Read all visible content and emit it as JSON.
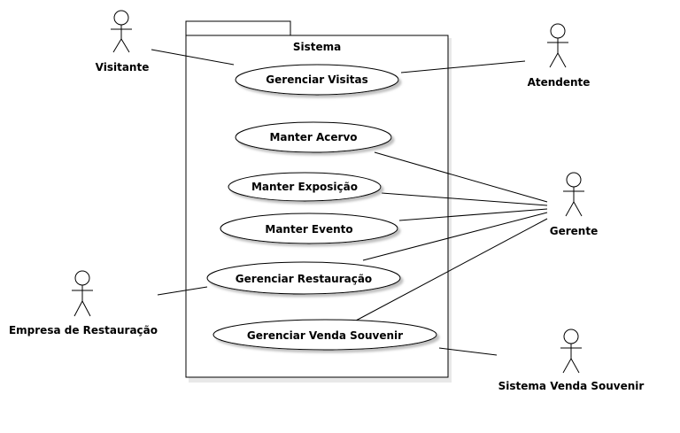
{
  "system": {
    "title": "Sistema"
  },
  "actors": {
    "visitante": "Visitante",
    "atendente": "Atendente",
    "gerente": "Gerente",
    "empresa_restauracao": "Empresa de Restauração",
    "sistema_venda_souvenir": "Sistema Venda Souvenir"
  },
  "use_cases": {
    "gerenciar_visitas": "Gerenciar Visitas",
    "manter_acervo": "Manter Acervo",
    "manter_exposicao": "Manter Exposição",
    "manter_evento": "Manter Evento",
    "gerenciar_restauracao": "Gerenciar Restauração",
    "gerenciar_venda_souvenir": "Gerenciar Venda Souvenir"
  },
  "colors": {
    "stroke": "#000000",
    "shadow": "#c8c8c8",
    "background": "#ffffff"
  }
}
